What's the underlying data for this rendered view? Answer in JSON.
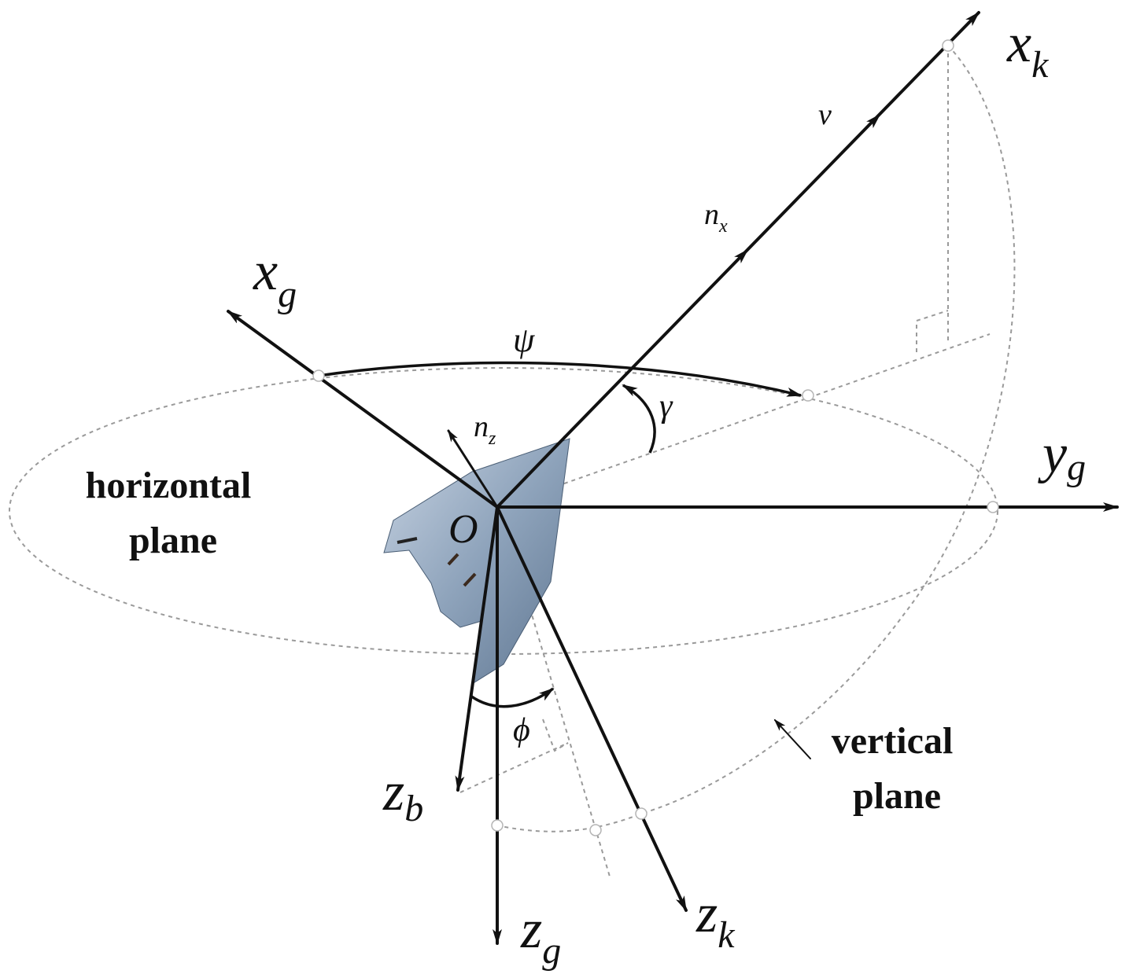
{
  "axes": {
    "xg": {
      "main": "x",
      "sub": "g"
    },
    "yg": {
      "main": "y",
      "sub": "g"
    },
    "zg": {
      "main": "z",
      "sub": "g"
    },
    "xk": {
      "main": "x",
      "sub": "k"
    },
    "zk": {
      "main": "z",
      "sub": "k"
    },
    "zb": {
      "main": "z",
      "sub": "b"
    }
  },
  "labels": {
    "origin": "O",
    "psi": "ψ",
    "gamma": "γ",
    "phi": "ϕ",
    "v": "v",
    "nx": {
      "main": "n",
      "sub": "x"
    },
    "nz": {
      "main": "n",
      "sub": "z"
    },
    "horizontal_plane": [
      "horizontal",
      "plane"
    ],
    "vertical_plane": [
      "vertical",
      "plane"
    ]
  },
  "colors": {
    "axis": "#111111",
    "guide": "#9a9a9a",
    "aircraft": "#7d93ad"
  },
  "icons": {
    "aircraft": "stealth-aircraft-icon"
  }
}
